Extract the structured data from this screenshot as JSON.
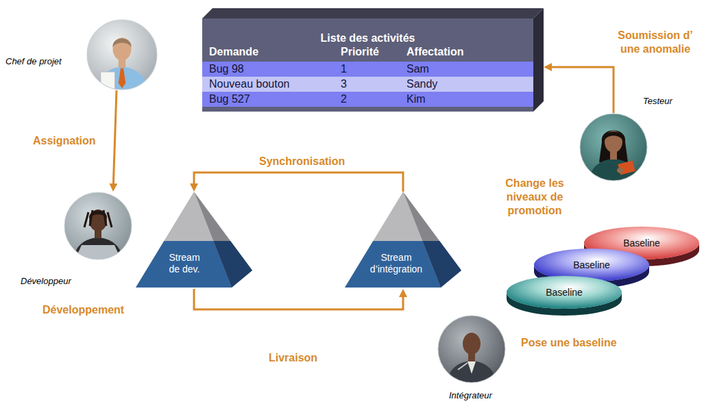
{
  "diagram": {
    "nodes": [
      {
        "text": [
          "Chef de projet"
        ]
      },
      {
        "text": [
          "Liste des activités",
          "Demande",
          "Priorité",
          "Affectation",
          "Bug 98",
          "1",
          "Sam",
          "Nouveau bouton",
          "3",
          "Sandy",
          "Bug 527",
          "2",
          "Kim"
        ]
      },
      {
        "text": [
          "Testeur"
        ]
      },
      {
        "text": [
          "Développeur"
        ]
      },
      {
        "text": [
          "Stream de dev."
        ]
      },
      {
        "text": [
          "Stream d’intégration"
        ]
      },
      {
        "text": [
          "Baseline"
        ]
      },
      {
        "text": [
          "Baseline"
        ]
      },
      {
        "text": [
          "Baseline"
        ]
      },
      {
        "text": [
          "Intégrateur"
        ]
      }
    ],
    "edges": [
      {
        "from": 0,
        "to": 3,
        "label": "Assignation",
        "arrow": "to"
      },
      {
        "from": 2,
        "to": 1,
        "label": "Soumission d’ une anomalie",
        "arrow": "to"
      },
      {
        "from": 5,
        "to": 4,
        "label": "Synchronisation",
        "arrow": "to"
      },
      {
        "from": 4,
        "to": 5,
        "label": "Livraison",
        "arrow": "to"
      }
    ],
    "labels": [
      "Développement",
      "Change les niveaux de promotion",
      "Pose une baseline"
    ]
  }
}
